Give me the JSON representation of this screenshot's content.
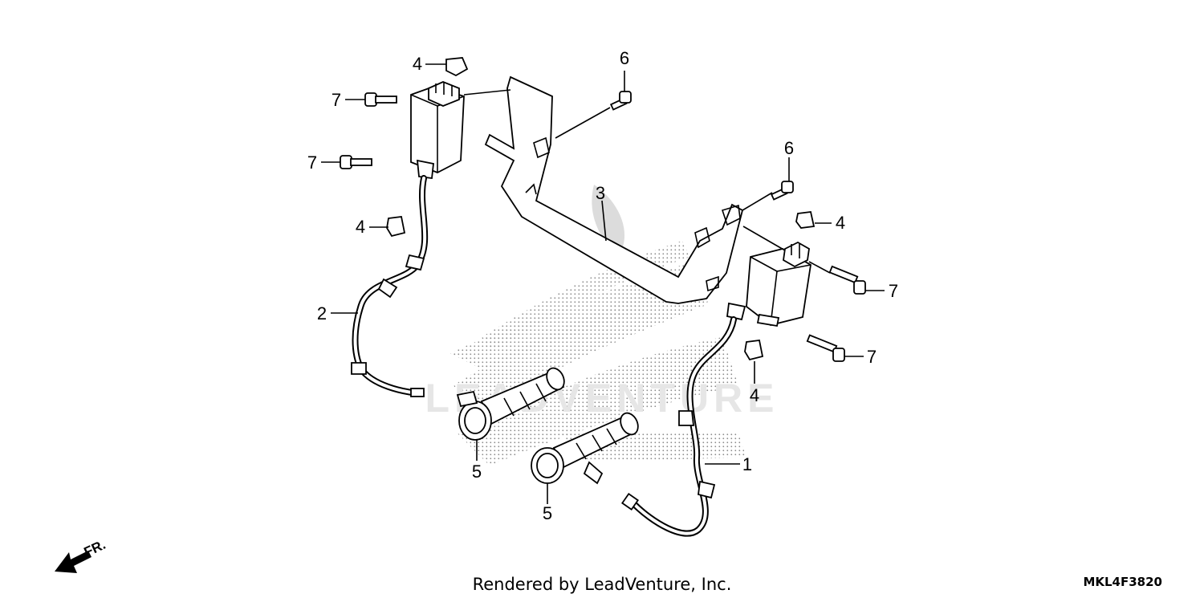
{
  "footer": {
    "render_credit": "Rendered by LeadVenture, Inc.",
    "diagram_code": "MKL4F3820"
  },
  "watermark": {
    "text": "LEADVENTURE"
  },
  "direction_marker": {
    "label": "FR."
  },
  "callouts": [
    {
      "id": "4a",
      "label": "4"
    },
    {
      "id": "7a",
      "label": "7"
    },
    {
      "id": "7b",
      "label": "7"
    },
    {
      "id": "4b",
      "label": "4"
    },
    {
      "id": "2",
      "label": "2"
    },
    {
      "id": "6a",
      "label": "6"
    },
    {
      "id": "3",
      "label": "3"
    },
    {
      "id": "6b",
      "label": "6"
    },
    {
      "id": "4c",
      "label": "4"
    },
    {
      "id": "7c",
      "label": "7"
    },
    {
      "id": "7d",
      "label": "7"
    },
    {
      "id": "4d",
      "label": "4"
    },
    {
      "id": "1",
      "label": "1"
    },
    {
      "id": "5a",
      "label": "5"
    },
    {
      "id": "5b",
      "label": "5"
    }
  ]
}
